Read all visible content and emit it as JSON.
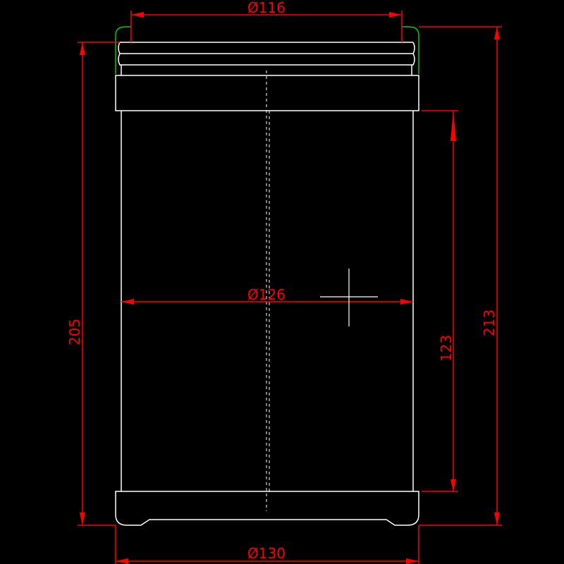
{
  "colors": {
    "background": "#000000",
    "outline": "#ffffff",
    "dimension": "#ff0000",
    "highlight": "#00cc00",
    "cursor": "#ffffff"
  },
  "dimensions": {
    "top_diameter": "Ø116",
    "inner_diameter": "Ø126",
    "bottom_diameter": "Ø130",
    "left_height": "205",
    "right_height": "213",
    "inner_height": "123"
  }
}
